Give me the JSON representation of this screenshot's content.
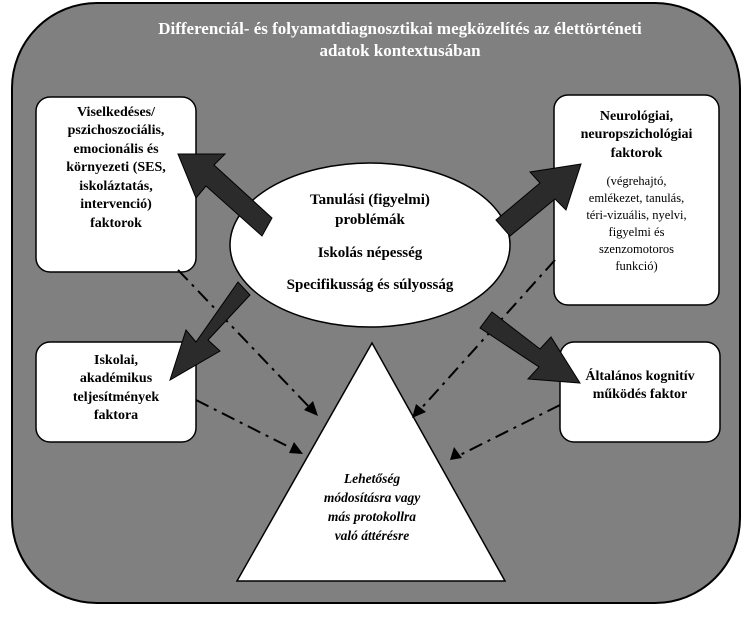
{
  "title": {
    "line1": "Differenciál- és folyamatdiagnosztikai megközelítés az élettörténeti",
    "line2": "adatok kontextusában"
  },
  "left_top_box": {
    "lines": [
      "Viselkedéses/",
      "pszichoszociális,",
      "emocionális és",
      "környezeti (SES,",
      "iskoláztatás,",
      "intervenció)",
      "faktorok"
    ]
  },
  "left_bottom_box": {
    "lines": [
      "Iskolai,",
      "akadémikus",
      "teljesítmények",
      "faktora"
    ]
  },
  "right_top_box": {
    "title_lines": [
      "Neurológiai,",
      "neuropszichológiai",
      "faktorok"
    ],
    "detail_lines": [
      "(végrehajtó,",
      "emlékezet, tanulás,",
      "téri-vizuális, nyelvi,",
      "figyelmi és",
      "szenzomotoros",
      "funkció)"
    ]
  },
  "right_bottom_box": {
    "lines": [
      "Általános kognitív",
      "működés faktor"
    ]
  },
  "center_ellipse": {
    "line1": "Tanulási (figyelmi)",
    "line2": "problémák",
    "line3": "Iskolás népesség",
    "line4": "Specifikusság és súlyosság"
  },
  "triangle": {
    "lines": [
      "Lehetőség",
      "módosításra vagy",
      "más protokollra",
      "való áttérésre"
    ]
  },
  "colors": {
    "outer_fill": "#808080",
    "box_fill": "#ffffff",
    "arrow_fill": "#2b2b2b",
    "stroke": "#000000"
  }
}
